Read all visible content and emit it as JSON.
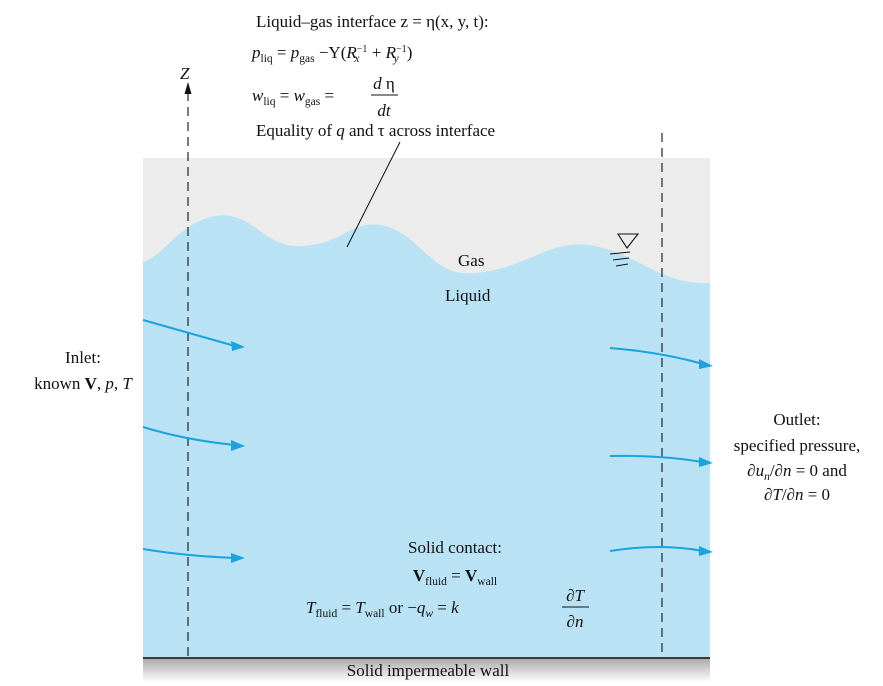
{
  "interface_block": {
    "line1": "Liquid–gas interface z = η(x, y, t):",
    "line2": "p_liq = p_gas − Υ(R_x⁻¹ + R_y⁻¹)",
    "line3": "w_liq = w_gas = dη/dt",
    "line4": "Equality of q and τ across interface"
  },
  "axis": {
    "label": "Z"
  },
  "regions": {
    "gas": "Gas",
    "liquid": "Liquid"
  },
  "inlet": {
    "title": "Inlet:",
    "known": "known V, p, T"
  },
  "outlet": {
    "title": "Outlet:",
    "line2": "specified pressure,",
    "line3": "∂u_n/∂n = 0 and",
    "line4": "∂T/∂n = 0"
  },
  "solid_contact": {
    "title": "Solid contact:",
    "line2": "V_fluid = V_wall",
    "line3": "T_fluid = T_wall or −q_w = k ∂T/∂n"
  },
  "wall": {
    "caption": "Solid impermeable wall"
  },
  "colors": {
    "liquid": "#b9e3f5",
    "gas": "#ececec",
    "arrow": "#1aa3dc",
    "wall": "#3a3a3a"
  }
}
